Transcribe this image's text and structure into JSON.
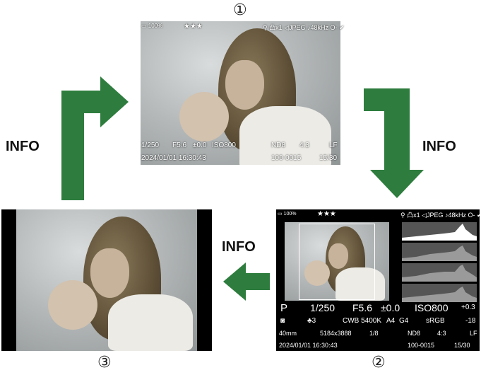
{
  "labels": {
    "screen1_marker": "①",
    "screen2_marker": "②",
    "screen3_marker": "③",
    "info_right": "INFO",
    "info_left": "INFO",
    "info_middle": "INFO"
  },
  "screen1": {
    "top_right": "⚲ 凸x1 ◁JPEG ♪48kHz O‑ ✔",
    "stars": "★★★",
    "shutter": "1/250",
    "aperture": "F5.6",
    "exp_comp": "±0.0",
    "iso": "ISO800",
    "nd": "ND8",
    "aspect": "4:3",
    "quality": "LF",
    "datetime": "2024/01/01  16:30:43",
    "file": "100-0015",
    "counter": "15/30"
  },
  "screen2": {
    "stars": "★★★",
    "top_right": "⚲ 凸x1 ◁JPEG ♪48kHz O‑ ✔",
    "mode": "P",
    "shutter": "1/250",
    "aperture": "F5.6",
    "exp_comp": "±0.0",
    "iso": "ISO800",
    "flash_comp": "+0.3",
    "wb_icon": "♣3",
    "wb": "CWB 5400K",
    "wb_a": "A4",
    "wb_g": "G4",
    "color_space": "sRGB",
    "af_adj": "-18",
    "focal": "40mm",
    "size": "5184x3888",
    "ratio": "1/8",
    "nd": "ND8",
    "aspect": "4:3",
    "quality": "LF",
    "datetime": "2024/01/01  16:30:43",
    "file": "100-0015",
    "counter": "15/30"
  },
  "colors": {
    "arrow_green": "#2e7d3e",
    "screen_bg": "#000000"
  }
}
